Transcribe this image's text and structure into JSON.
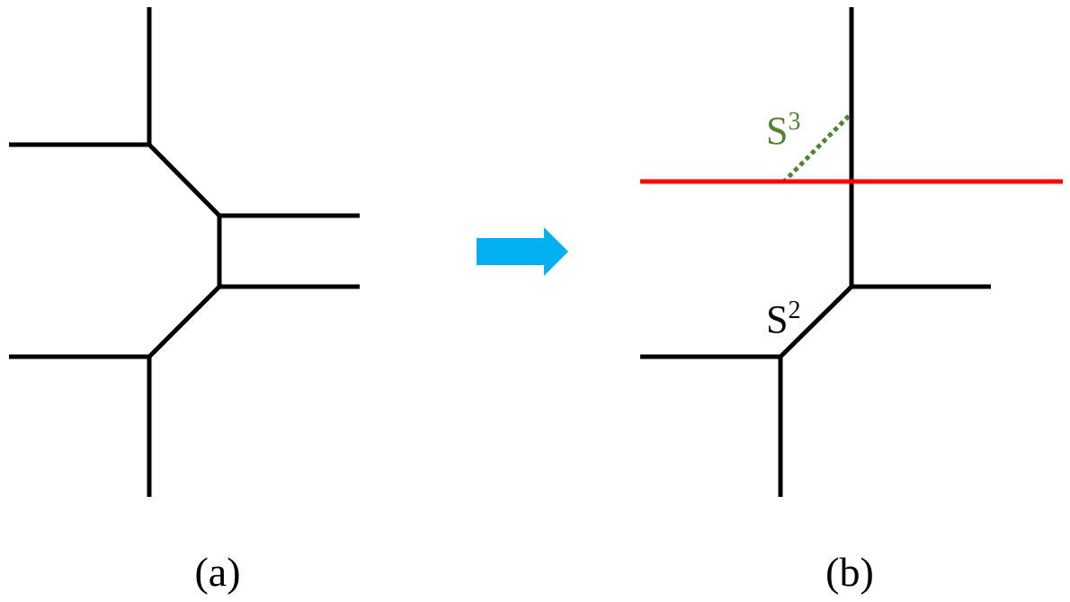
{
  "colors": {
    "line": "#000000",
    "cut_line": "#ff0000",
    "dotted_line": "#548235",
    "arrow": "#00b0f0",
    "label_s3": "#548235",
    "label_s2": "#000000"
  },
  "panel_a": {
    "caption": "(a)"
  },
  "panel_b": {
    "caption": "(b)",
    "label_s3_base": "S",
    "label_s3_sup": "3",
    "label_s2_base": "S",
    "label_s2_sup": "2"
  },
  "arrow": {
    "icon": "right-arrow-icon"
  }
}
